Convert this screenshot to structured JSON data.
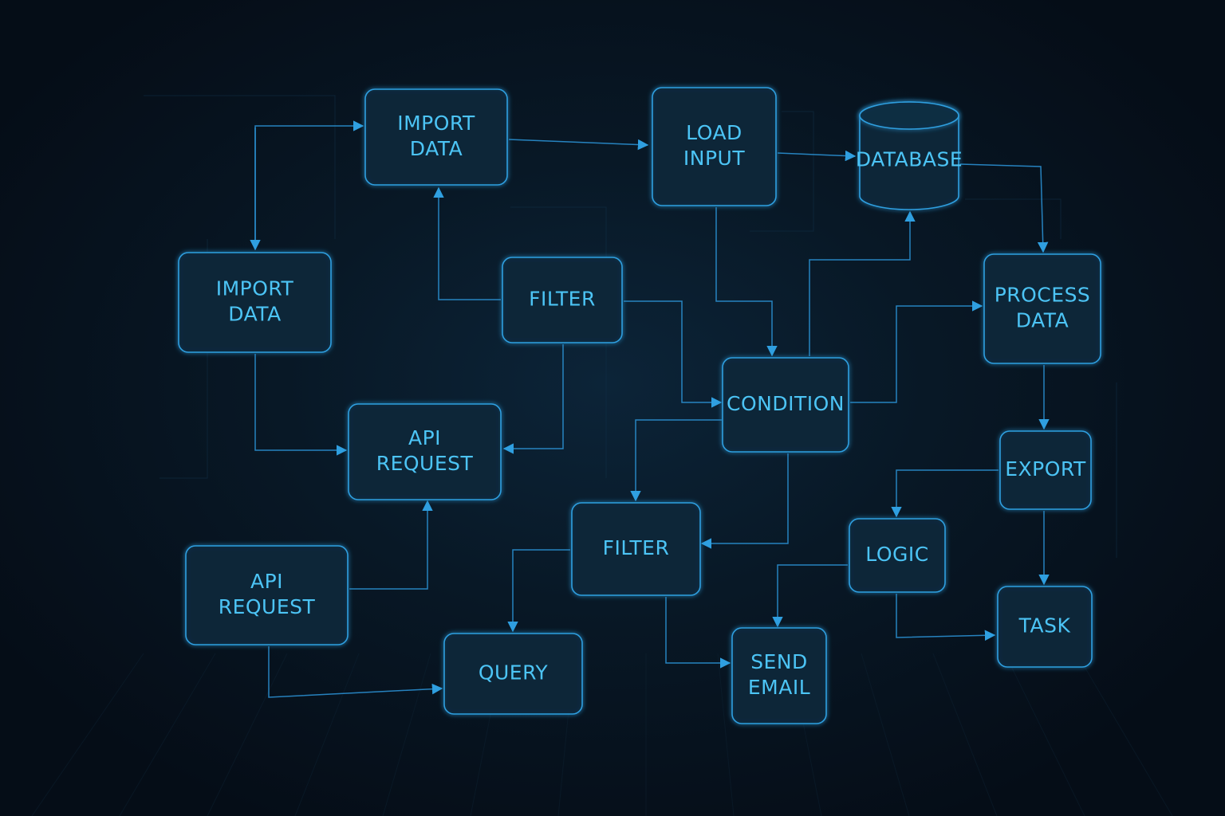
{
  "nodes": [
    {
      "id": "n1",
      "lines": [
        "IMPORT",
        "DATA"
      ]
    },
    {
      "id": "n2",
      "lines": [
        "LOAD",
        "INPUT"
      ]
    },
    {
      "id": "n3",
      "lines": [
        "DATABASE"
      ]
    },
    {
      "id": "n4",
      "lines": [
        "IMPORT",
        "DATA"
      ]
    },
    {
      "id": "n5",
      "lines": [
        "FILTER"
      ]
    },
    {
      "id": "n6",
      "lines": [
        "PROCESS",
        "DATA"
      ]
    },
    {
      "id": "n7",
      "lines": [
        "API",
        "REQUEST"
      ]
    },
    {
      "id": "n8",
      "lines": [
        "CONDITION"
      ]
    },
    {
      "id": "n9",
      "lines": [
        "EXPORT"
      ]
    },
    {
      "id": "n10",
      "lines": [
        "FILTER"
      ]
    },
    {
      "id": "n11",
      "lines": [
        "LOGIC"
      ]
    },
    {
      "id": "n12",
      "lines": [
        "API",
        "REQUEST"
      ]
    },
    {
      "id": "n13",
      "lines": [
        "QUERY"
      ]
    },
    {
      "id": "n14",
      "lines": [
        "SEND",
        "EMAIL"
      ]
    },
    {
      "id": "n15",
      "lines": [
        "TASK"
      ]
    }
  ],
  "edges": [
    {
      "from": "n1",
      "to": "n2"
    },
    {
      "from": "n2",
      "to": "n3"
    },
    {
      "from": "n3",
      "to": "n6"
    },
    {
      "from": "n4",
      "to": "n1"
    },
    {
      "from": "n1",
      "to": "n4"
    },
    {
      "from": "n5",
      "to": "n1"
    },
    {
      "from": "n5",
      "to": "n8"
    },
    {
      "from": "n5",
      "to": "n7"
    },
    {
      "from": "n4",
      "to": "n7"
    },
    {
      "from": "n2",
      "to": "n8"
    },
    {
      "from": "n8",
      "to": "n3"
    },
    {
      "from": "n8",
      "to": "n6"
    },
    {
      "from": "n8",
      "to": "n10"
    },
    {
      "from": "n8",
      "to": "n10"
    },
    {
      "from": "n6",
      "to": "n9"
    },
    {
      "from": "n9",
      "to": "n11"
    },
    {
      "from": "n9",
      "to": "n15"
    },
    {
      "from": "n11",
      "to": "n14"
    },
    {
      "from": "n11",
      "to": "n15"
    },
    {
      "from": "n12",
      "to": "n7"
    },
    {
      "from": "n12",
      "to": "n13"
    },
    {
      "from": "n10",
      "to": "n13"
    },
    {
      "from": "n10",
      "to": "n14"
    }
  ],
  "colors": {
    "background": "#06111d",
    "node_fill": "#0c2538",
    "node_stroke": "#2f9fe0",
    "text": "#4cc4f5",
    "edge": "#2a8fd0"
  }
}
